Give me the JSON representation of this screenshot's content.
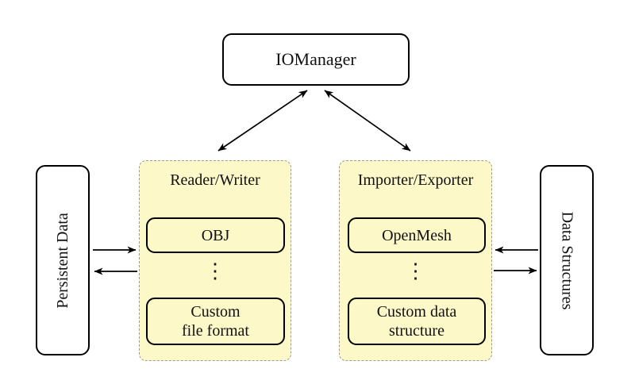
{
  "diagram": {
    "type": "architecture-diagram",
    "colors": {
      "background": "#ffffff",
      "group_fill": "#fdf8c8",
      "group_border": "#9b9b9b",
      "node_fill": "#ffffff",
      "node_border": "#000000",
      "arrow": "#000000"
    },
    "nodes": {
      "io_manager": "IOManager",
      "persistent_data": "Persistent Data",
      "data_structures": "Data Structures"
    },
    "groups": {
      "reader_writer": {
        "title": "Reader/Writer",
        "items": {
          "top": "OBJ",
          "dots": "⋮",
          "bottom": "Custom\nfile format"
        }
      },
      "importer_exporter": {
        "title": "Importer/Exporter",
        "items": {
          "top": "OpenMesh",
          "dots": "⋮",
          "bottom": "Custom data\nstructure"
        }
      }
    },
    "connections": [
      "IOManager <-> Reader/Writer",
      "IOManager <-> Importer/Exporter",
      "Persistent Data -> Reader/Writer",
      "Reader/Writer -> Persistent Data",
      "Data Structures -> Importer/Exporter",
      "Importer/Exporter -> Data Structures"
    ]
  }
}
